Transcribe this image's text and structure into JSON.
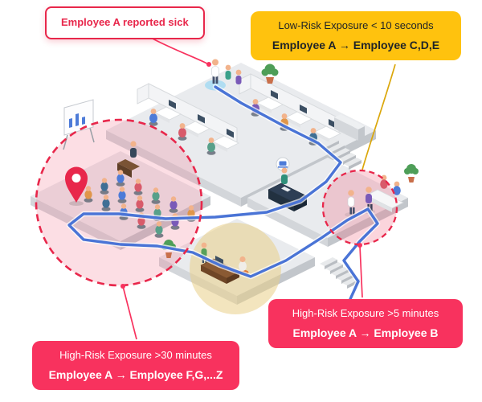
{
  "callouts": {
    "reported_sick": {
      "text": "Employee A reported sick"
    },
    "low_risk": {
      "title": "Low-Risk Exposure < 10 seconds",
      "detail": "Employee A → Employee C,D,E"
    },
    "high_risk_5min": {
      "title": "High-Risk Exposure >5 minutes",
      "detail": "Employee A → Employee B"
    },
    "high_risk_30min": {
      "title": "High-Risk Exposure >30 minutes",
      "detail": "Employee A → Employee F,G,...Z"
    }
  },
  "colors": {
    "accent_pink": "#f8325e",
    "accent_red": "#e8274b",
    "accent_yellow": "#ffc20e",
    "yellow_line": "#dba70b",
    "path_blue": "#4a74d6",
    "zone_pink": "rgba(242,104,130,0.22)",
    "zone_pink_small": "rgba(242,104,130,0.28)",
    "zone_yellow": "rgba(233,207,137,0.55)",
    "text_dark": "#1f2328"
  },
  "icons": {
    "location_pin": "red teardrop map pin",
    "movement_path": "blue route line",
    "high_risk_zone": "large dashed red circle",
    "low_risk_zone": "small dashed red circle",
    "casual_zone": "solid yellow circle"
  }
}
